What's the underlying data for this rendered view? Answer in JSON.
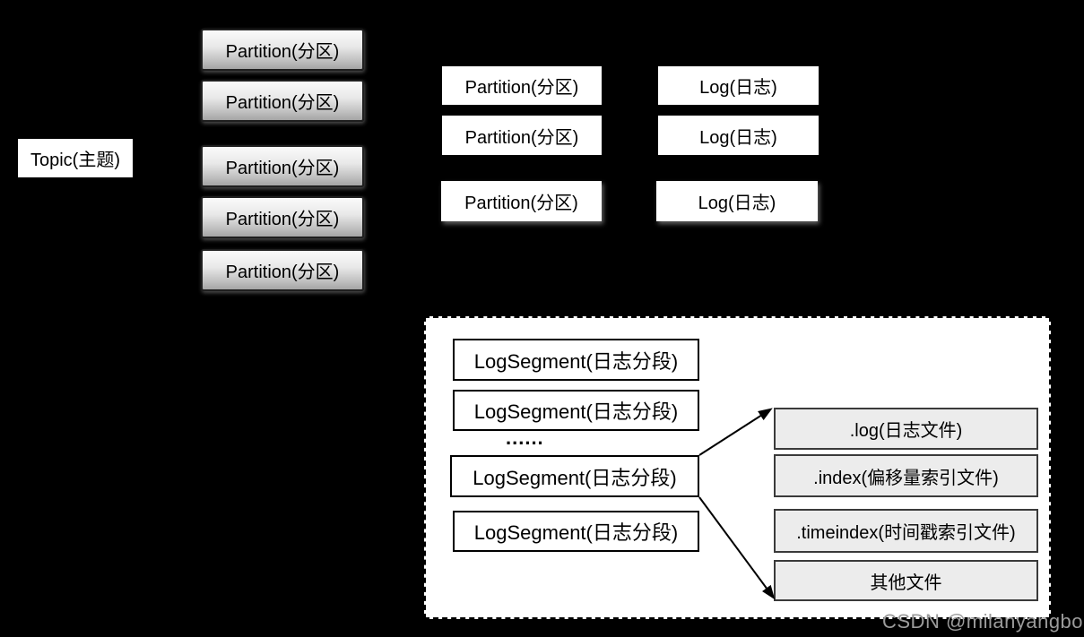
{
  "topic": {
    "label": "Topic(主题)"
  },
  "shaded_partitions": {
    "items": [
      "Partition(分区)",
      "Partition(分区)",
      "Partition(分区)",
      "Partition(分区)",
      "Partition(分区)"
    ]
  },
  "plain_partitions": {
    "items": [
      "Partition(分区)",
      "Partition(分区)",
      "Partition(分区)"
    ]
  },
  "logs": {
    "items": [
      "Log(日志)",
      "Log(日志)",
      "Log(日志)"
    ]
  },
  "segment_panel": {
    "segments": [
      "LogSegment(日志分段)",
      "LogSegment(日志分段)",
      "LogSegment(日志分段)",
      "LogSegment(日志分段)"
    ],
    "ellipsis": "......",
    "files": [
      ".log(日志文件)",
      ".index(偏移量索引文件)",
      ".timeindex(时间戳索引文件)",
      "其他文件"
    ]
  },
  "watermark": "CSDN @milanyangbo",
  "colors": {
    "background": "#000000",
    "panel_fill": "#ffffff",
    "file_box_fill": "#ececec",
    "shaded_box_top": "#fafafa",
    "shaded_box_bottom": "#a5a5a5",
    "watermark": "#9b9b9b"
  }
}
